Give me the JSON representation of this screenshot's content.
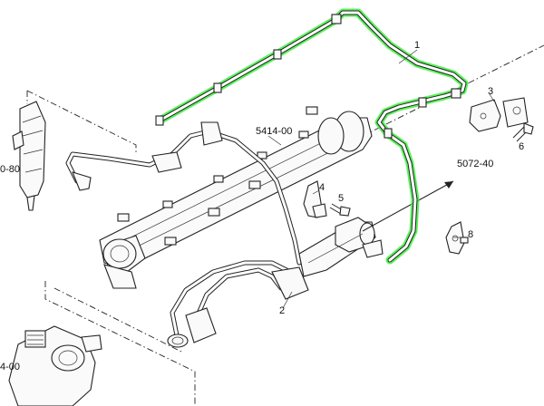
{
  "diagram": {
    "labels": {
      "part_1": "1",
      "part_2": "2",
      "part_3": "3",
      "part_4": "4",
      "part_5": "5",
      "part_6": "6",
      "part_8": "8"
    },
    "references": {
      "fuel_rail": "5414-00",
      "return_line": "5072-40",
      "injector": "0-80",
      "pump": "4-00"
    },
    "highlight_color": "#3df03d"
  }
}
